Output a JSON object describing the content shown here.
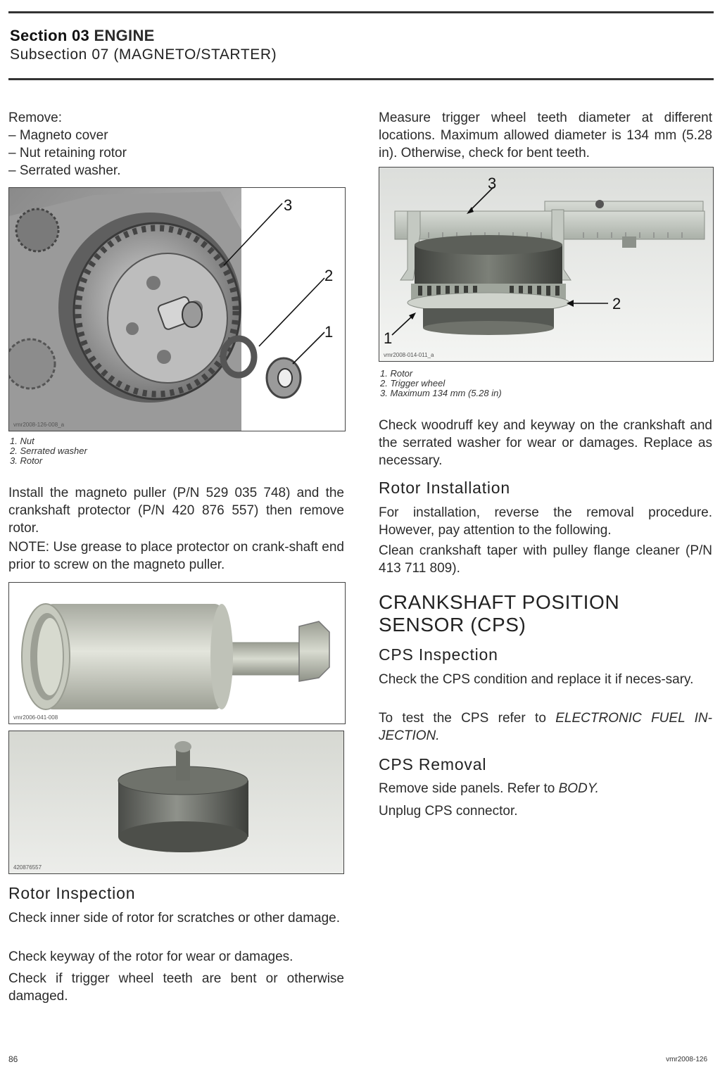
{
  "header": {
    "section_label": "Section 03 ",
    "section_name": "ENGINE",
    "subsection": "Subsection 07 (MAGNETO/STARTER)"
  },
  "left": {
    "remove_intro": "Remove:",
    "remove_items": [
      "Magneto cover",
      "Nut retaining rotor",
      "Serrated washer."
    ],
    "fig1": {
      "code": "vmr2008-126-008_a",
      "callouts": [
        "3",
        "2",
        "1"
      ],
      "captions": [
        "1. Nut",
        "2. Serrated washer",
        "3. Rotor"
      ]
    },
    "install_para": "Install the magneto puller (P/N 529 035 748) and the crankshaft protector (P/N 420 876 557) then remove rotor.",
    "note_para": "NOTE: Use grease to place protector on crank-shaft end prior to screw on the magneto puller.",
    "fig2_code": "vmr2006-041-008",
    "fig3_code": "420876557",
    "rotor_inspection_heading": "Rotor Inspection",
    "rotor_inspection_paras": [
      "Check inner side of rotor for scratches or other damage.",
      "Check keyway of the rotor for wear or damages.",
      "Check if trigger wheel teeth are bent or otherwise damaged."
    ]
  },
  "right": {
    "measure_para": "Measure trigger wheel teeth diameter at different locations. Maximum allowed diameter is 134 mm (5.28 in). Otherwise, check for bent teeth.",
    "fig4": {
      "code": "vmr2008-014-011_a",
      "callouts": [
        "3",
        "2",
        "1"
      ],
      "captions": [
        "1. Rotor",
        "2. Trigger wheel",
        "3. Maximum 134 mm (5.28 in)"
      ]
    },
    "woodruff_para": "Check woodruff key and keyway on the crankshaft and the serrated washer for wear or damages. Replace as necessary.",
    "rotor_install_heading": "Rotor Installation",
    "rotor_install_paras": [
      "For installation, reverse the removal procedure. However, pay attention to the following.",
      "Clean crankshaft taper with pulley flange cleaner (P/N 413 711 809)."
    ],
    "cps_heading": "CRANKSHAFT POSITION SENSOR (CPS)",
    "cps_inspection_heading": "CPS Inspection",
    "cps_inspection_para": "Check the CPS condition and replace it if neces-sary.",
    "cps_test_prefix": "To test the CPS refer to ",
    "cps_test_ref": "ELECTRONIC FUEL IN-JECTION.",
    "cps_removal_heading": "CPS Removal",
    "cps_removal_prefix": "Remove side panels. Refer to ",
    "cps_removal_ref": "BODY.",
    "cps_unplug": "Unplug CPS connector."
  },
  "footer": {
    "page_number": "86",
    "doc_code": "vmr2008-126"
  }
}
